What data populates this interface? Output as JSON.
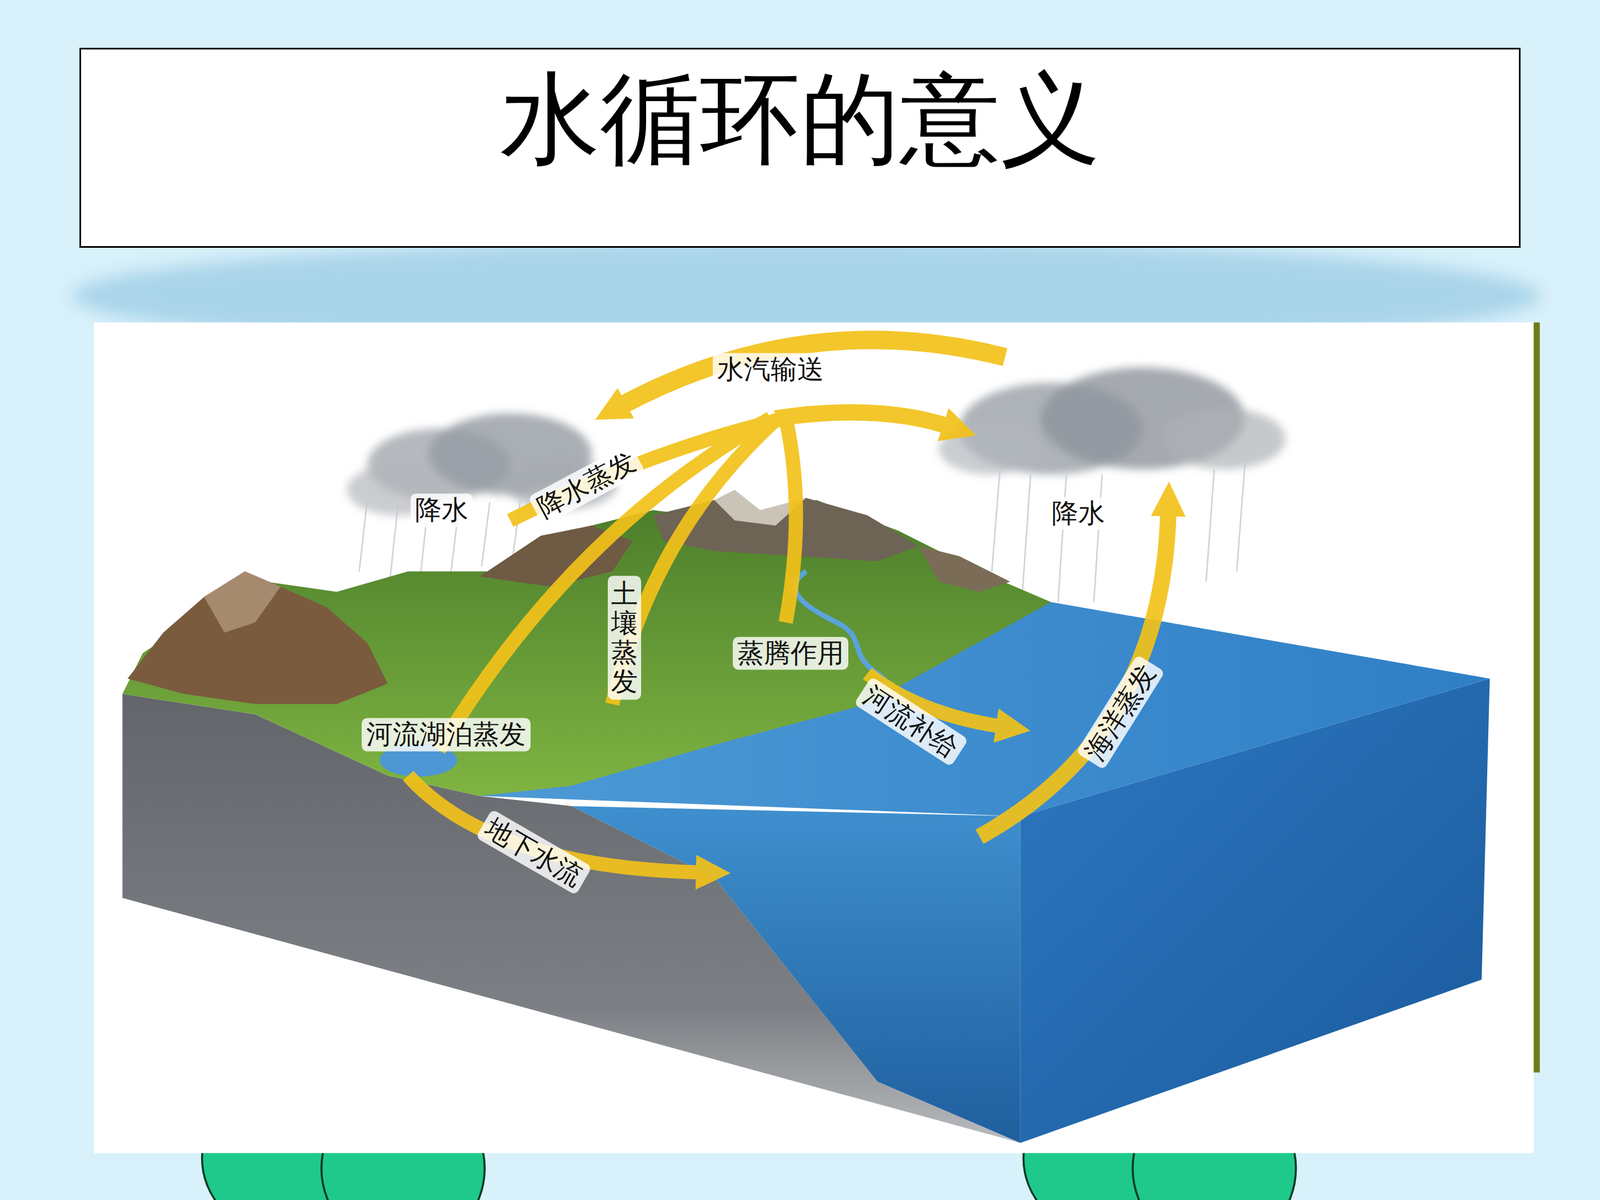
{
  "diagram": {
    "title": "水循环的意义",
    "labels": [
      "水汽输送",
      "降水",
      "降水蒸发",
      "土壤蒸发",
      "蒸腾作用",
      "河流湖泊蒸发",
      "河流补给",
      "地下水流",
      "降水",
      "海洋蒸发"
    ]
  }
}
